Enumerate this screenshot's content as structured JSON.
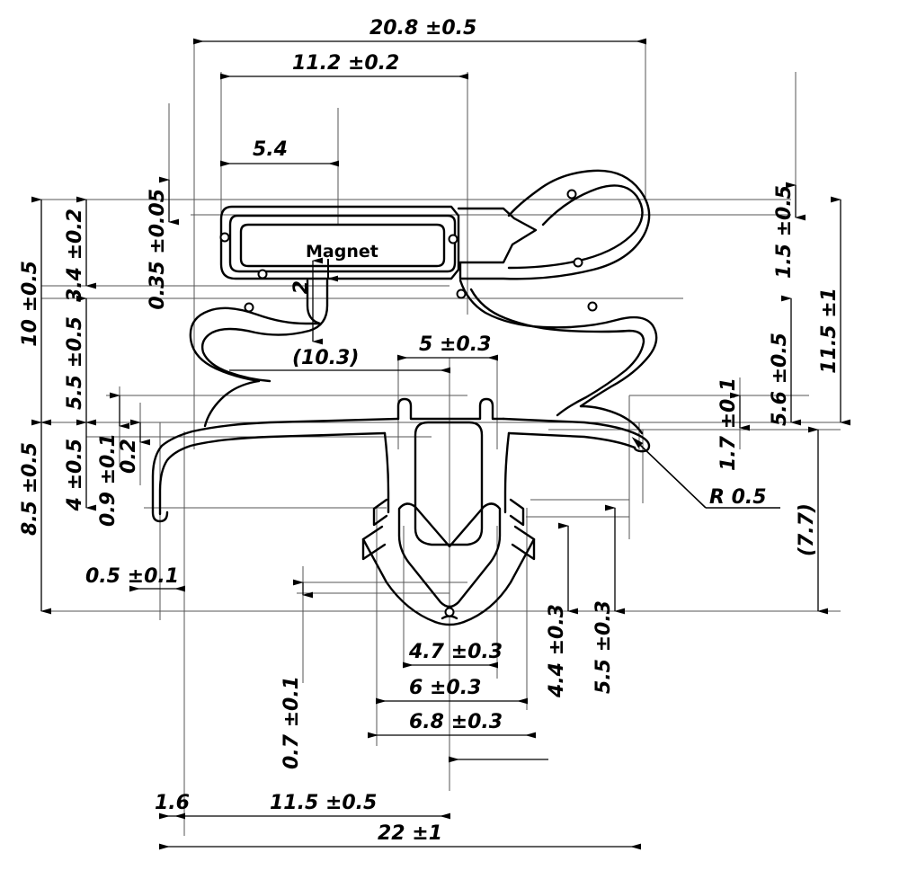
{
  "drawing": {
    "type": "technical-drawing",
    "subject": "refrigerator door magnetic gasket cross-section",
    "part_label": "Magnet",
    "units": "mm",
    "line_color": "#000000",
    "background_color": "#ffffff",
    "thin_line_color": "#4d4d4d"
  },
  "dimensions": {
    "top": [
      {
        "id": "d-20-8",
        "text": "20.8 ±0.5",
        "value": "20.8",
        "tolerance": "±0.5",
        "orientation": "horizontal"
      },
      {
        "id": "d-11-2",
        "text": "11.2 ±0.2",
        "value": "11.2",
        "tolerance": "±0.2",
        "orientation": "horizontal"
      },
      {
        "id": "d-5-4",
        "text": "5.4",
        "value": "5.4",
        "tolerance": "",
        "orientation": "horizontal"
      }
    ],
    "left": [
      {
        "id": "d-0-35",
        "text": "0.35 ±0.05",
        "value": "0.35",
        "tolerance": "±0.05",
        "orientation": "vertical"
      },
      {
        "id": "d-3-4",
        "text": "3.4 ±0.2",
        "value": "3.4",
        "tolerance": "±0.2",
        "orientation": "vertical"
      },
      {
        "id": "d-10",
        "text": "10 ±0.5",
        "value": "10",
        "tolerance": "±0.5",
        "orientation": "vertical"
      },
      {
        "id": "d-5-5L",
        "text": "5.5 ±0.5",
        "value": "5.5",
        "tolerance": "±0.5",
        "orientation": "vertical"
      },
      {
        "id": "d-8-5",
        "text": "8.5 ±0.5",
        "value": "8.5",
        "tolerance": "±0.5",
        "orientation": "vertical"
      },
      {
        "id": "d-4",
        "text": "4 ±0.5",
        "value": "4",
        "tolerance": "±0.5",
        "orientation": "vertical"
      },
      {
        "id": "d-0-9",
        "text": "0.9 ±0.1",
        "value": "0.9",
        "tolerance": "±0.1",
        "orientation": "vertical"
      },
      {
        "id": "d-0-2",
        "text": "0.2",
        "value": "0.2",
        "tolerance": "",
        "orientation": "vertical"
      },
      {
        "id": "d-0-5",
        "text": "0.5 ±0.1",
        "value": "0.5",
        "tolerance": "±0.1",
        "orientation": "horizontal"
      }
    ],
    "right": [
      {
        "id": "d-1-5",
        "text": "1.5 ±0.5",
        "value": "1.5",
        "tolerance": "±0.5",
        "orientation": "vertical"
      },
      {
        "id": "d-11-5v",
        "text": "11.5 ±1",
        "value": "11.5",
        "tolerance": "±1",
        "orientation": "vertical"
      },
      {
        "id": "d-5-6",
        "text": "5.6 ±0.5",
        "value": "5.6",
        "tolerance": "±0.5",
        "orientation": "vertical"
      },
      {
        "id": "d-1-7",
        "text": "1.7 ±0.1",
        "value": "1.7",
        "tolerance": "±0.1",
        "orientation": "vertical"
      },
      {
        "id": "d-7-7",
        "text": "(7.7)",
        "value": "7.7",
        "tolerance": "",
        "orientation": "vertical",
        "reference": true
      },
      {
        "id": "d-R05",
        "text": "R 0.5",
        "value": "0.5",
        "tolerance": "",
        "orientation": "leader",
        "radius": true
      }
    ],
    "middle": [
      {
        "id": "d-2",
        "text": "2",
        "value": "2",
        "tolerance": "",
        "orientation": "vertical"
      },
      {
        "id": "d-10-3",
        "text": "(10.3)",
        "value": "10.3",
        "tolerance": "",
        "orientation": "horizontal",
        "reference": true
      },
      {
        "id": "d-5",
        "text": "5 ±0.3",
        "value": "5",
        "tolerance": "±0.3",
        "orientation": "horizontal"
      }
    ],
    "bottom": [
      {
        "id": "d-4-4",
        "text": "4.4 ±0.3",
        "value": "4.4",
        "tolerance": "±0.3",
        "orientation": "vertical"
      },
      {
        "id": "d-5-5B",
        "text": "5.5 ±0.3",
        "value": "5.5",
        "tolerance": "±0.3",
        "orientation": "vertical"
      },
      {
        "id": "d-0-7",
        "text": "0.7 ±0.1",
        "value": "0.7",
        "tolerance": "±0.1",
        "orientation": "vertical"
      },
      {
        "id": "d-4-7",
        "text": "4.7 ±0.3",
        "value": "4.7",
        "tolerance": "±0.3",
        "orientation": "horizontal"
      },
      {
        "id": "d-6",
        "text": "6 ±0.3",
        "value": "6",
        "tolerance": "±0.3",
        "orientation": "horizontal"
      },
      {
        "id": "d-6-8",
        "text": "6.8 ±0.3",
        "value": "6.8",
        "tolerance": "±0.3",
        "orientation": "horizontal"
      },
      {
        "id": "d-1-6",
        "text": "1.6",
        "value": "1.6",
        "tolerance": "",
        "orientation": "horizontal"
      },
      {
        "id": "d-11-5h",
        "text": "11.5 ±0.5",
        "value": "11.5",
        "tolerance": "±0.5",
        "orientation": "horizontal"
      },
      {
        "id": "d-22",
        "text": "22 ±1",
        "value": "22",
        "tolerance": "±1",
        "orientation": "horizontal"
      }
    ]
  }
}
